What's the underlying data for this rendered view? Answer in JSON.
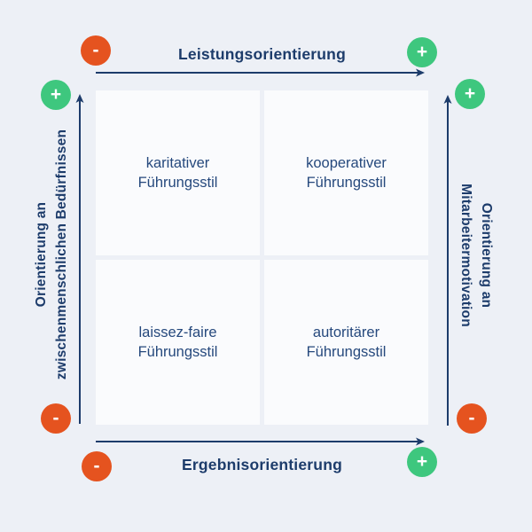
{
  "colors": {
    "background": "#edf0f6",
    "box": "#fafbfd",
    "navy": "#1d3c6b",
    "text": "#26497d",
    "orange": "#e5531f",
    "green": "#3ec77e",
    "white": "#ffffff"
  },
  "axes": {
    "top": {
      "label": "Leistungsorientierung",
      "start_sign": "-",
      "end_sign": "+"
    },
    "bottom": {
      "label": "Ergebnisorientierung",
      "start_sign": "-",
      "end_sign": "+"
    },
    "left": {
      "label_line1": "Orientierung an",
      "label_line2": "zwischenmenschlichen Bedürfnissen",
      "top_sign": "+",
      "bottom_sign": "-"
    },
    "right": {
      "label_line1": "Orientierung an",
      "label_line2": "Mitarbeitermotivation",
      "top_sign": "+",
      "bottom_sign": "-"
    }
  },
  "quadrants": [
    {
      "id": "top-left",
      "line1": "karitativer",
      "line2": "Führungsstil"
    },
    {
      "id": "top-right",
      "line1": "kooperativer",
      "line2": "Führungsstil"
    },
    {
      "id": "bottom-left",
      "line1": "laissez-faire",
      "line2": "Führungsstil"
    },
    {
      "id": "bottom-right",
      "line1": "autoritärer",
      "line2": "Führungsstil"
    }
  ]
}
